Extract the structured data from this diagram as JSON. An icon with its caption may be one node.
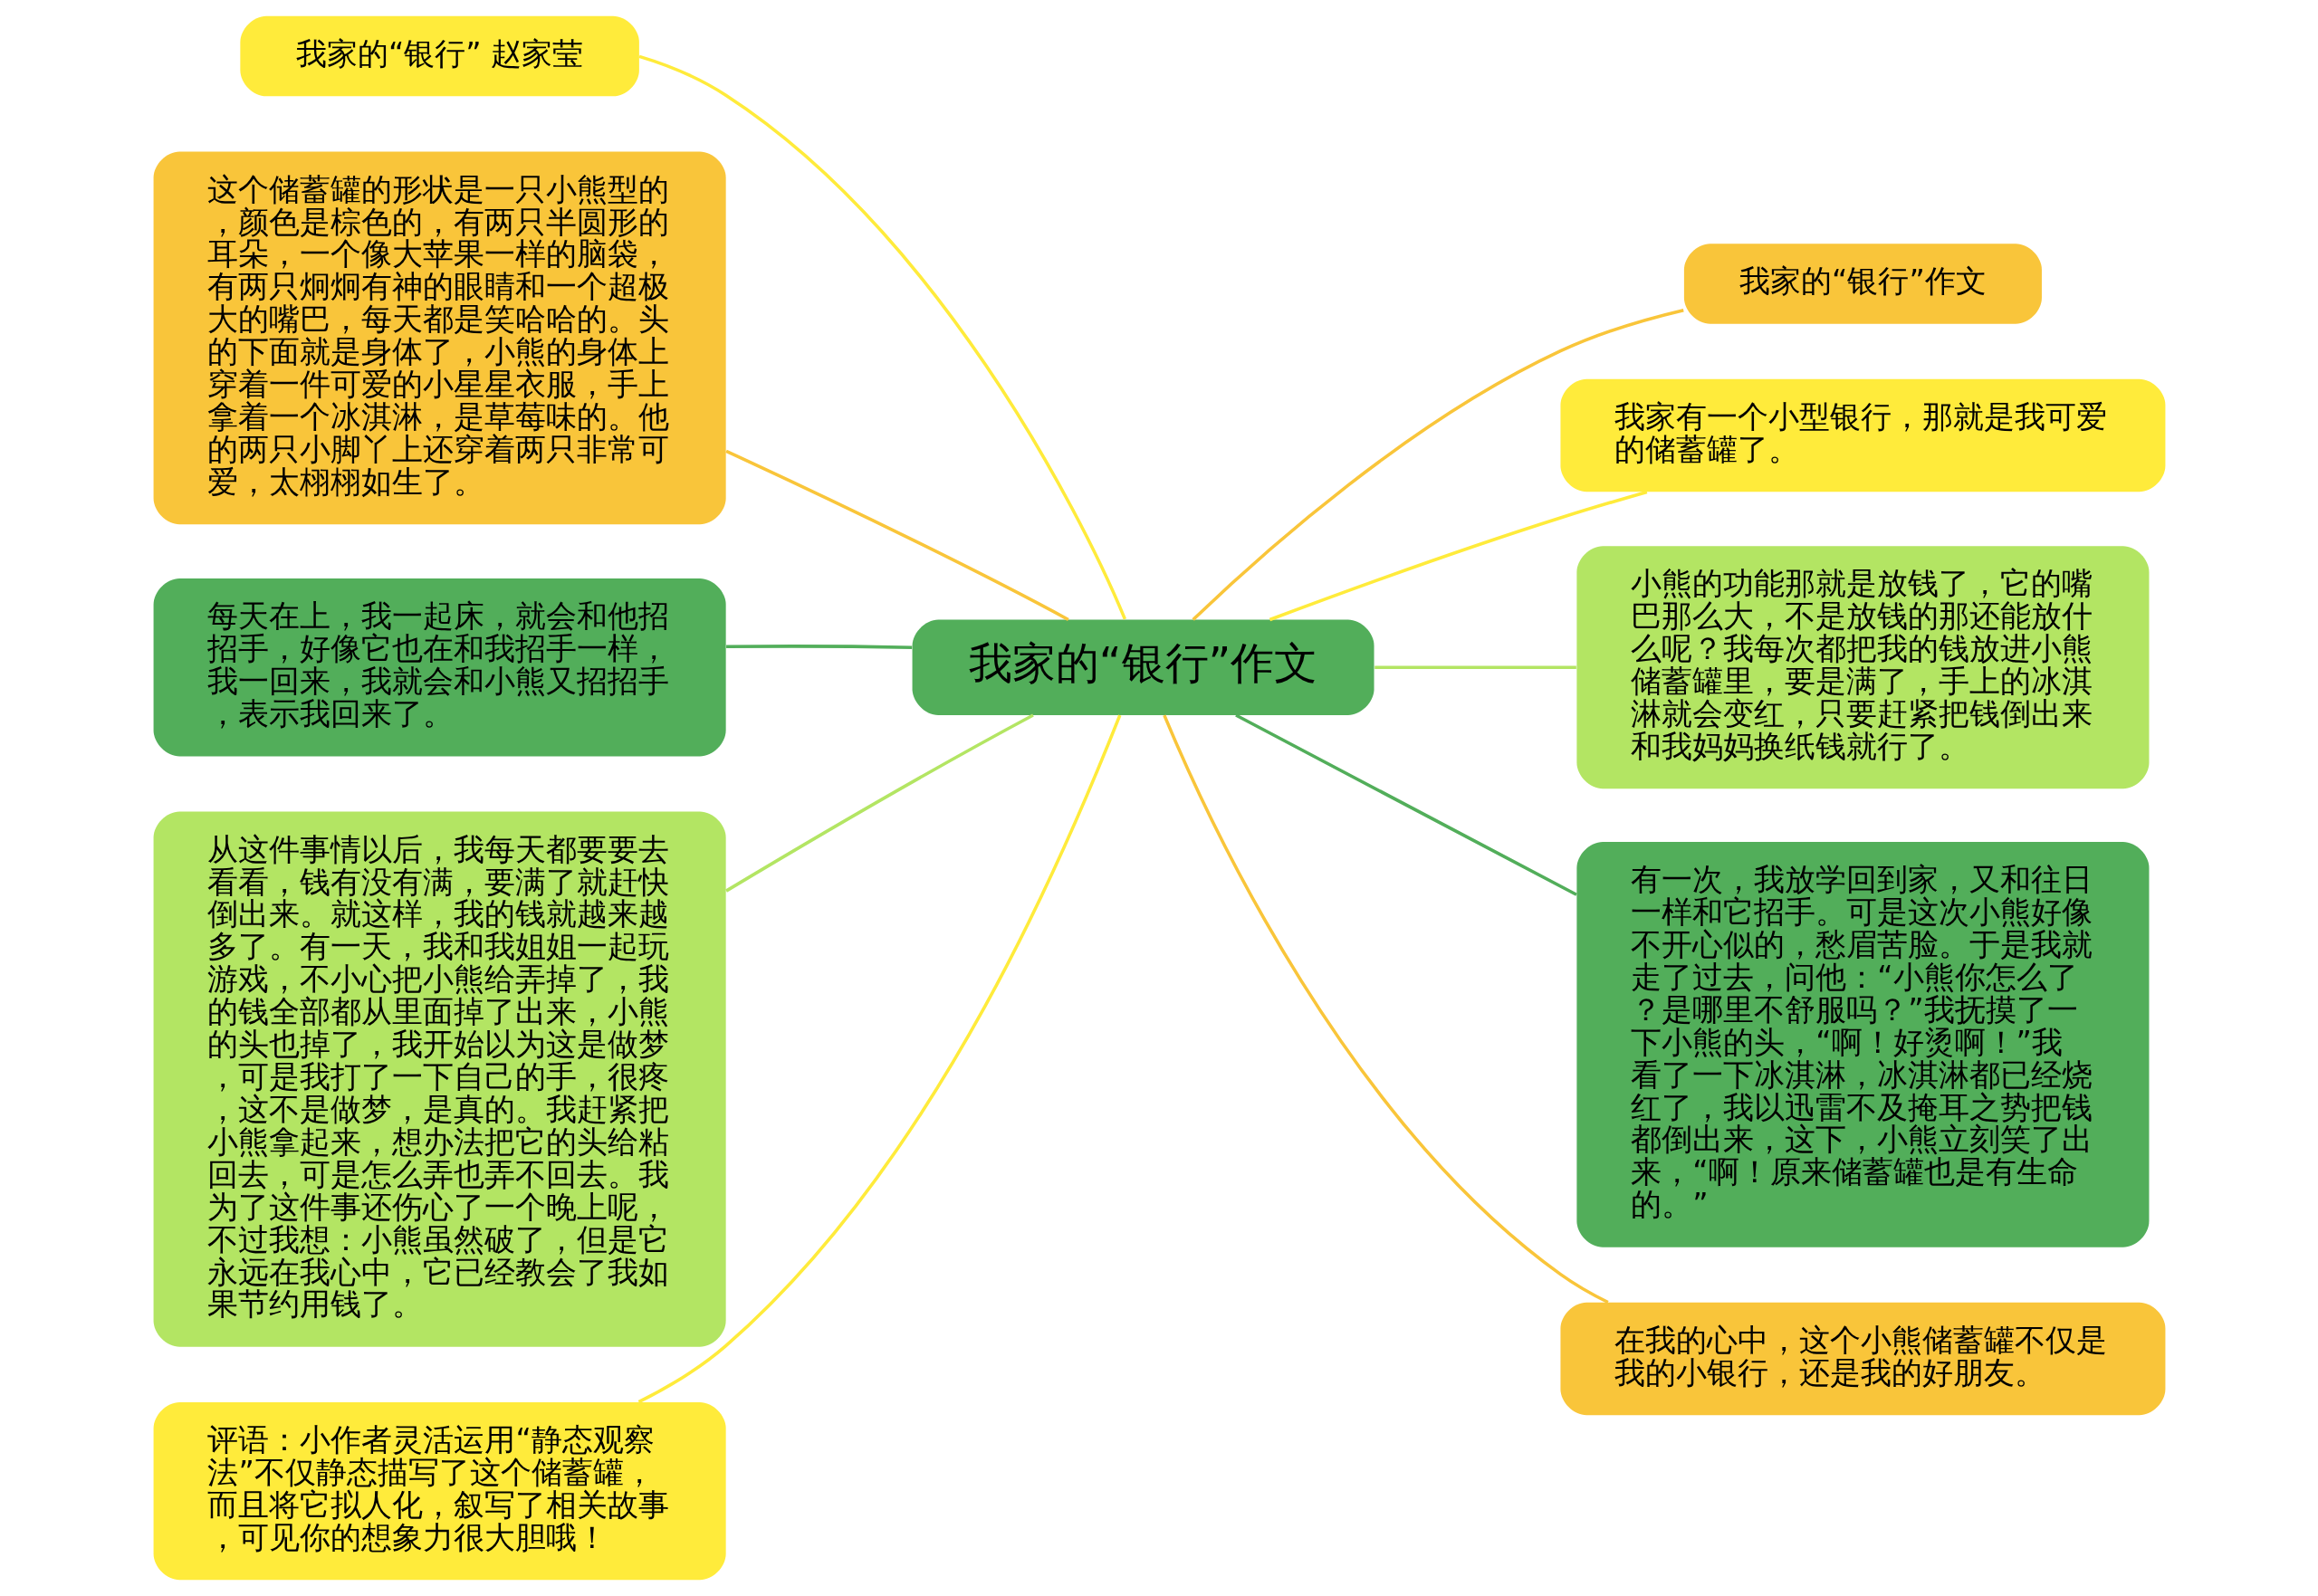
{
  "diagram": {
    "nodes": [
      {
        "text": [
          "我家的“银行”作文"
        ]
      },
      {
        "text": [
          "我家的“银行”作文"
        ]
      },
      {
        "text": [
          "我家有一个小型银行，那就是我可爱的储蓄罐了。"
        ]
      },
      {
        "text": [
          "小熊的功能那就是放钱了，它的嘴巴那么大，不是放钱的那还能放什么呢？我每次都把我的钱放进小熊储蓄罐里，要是满了，手上的冰淇淋就会变红，只要赶紧把钱倒出来和我妈妈换纸钱就行了。"
        ]
      },
      {
        "text": [
          "有一次，我放学回到家，又和往日一样和它招手。可是这次小熊好像不开心似的，愁眉苦脸。于是我就走了过去，问他：“小熊你怎么了？是哪里不舒服吗？”我抚摸了一下小熊的头，“啊！好烫啊！”我看了一下冰淇淋，冰淇淋都已经烧红了，我以迅雷不及掩耳之势把钱都倒出来，这下，小熊立刻笑了出来，“啊！原来储蓄罐也是有生命的。”"
        ]
      },
      {
        "text": [
          "在我的心中，这个小熊储蓄罐不仅是我的小银行，还是我的好朋友。"
        ]
      },
      {
        "text": [
          "我家的“银行” 赵家莹"
        ]
      },
      {
        "text": [
          "这个储蓄罐的形状是一只小熊型的，颜色是棕色的，有两只半圆形的耳朵，一个像大苹果一样的脑袋，有两只炯炯有神的眼睛和一个超极大的嘴巴，每天都是笑哈哈的。头的下面就是身体了，小熊的身体上穿着一件可爱的小星星衣服，手上拿着一个冰淇淋，是草莓味的。他的两只小脚丫上还穿着两只非常可爱，太栩栩如生了。"
        ]
      },
      {
        "text": [
          "每天在上，我一起床，就会和他招招手，好像它也在和我招手一样，我一回来，我就会和小熊又招招手，表示我回来了。"
        ]
      },
      {
        "text": [
          "从这件事情以后，我每天都要要去看看，钱有没有满，要满了就赶快倒出来。就这样，我的钱就越来越多了。有一天，我和我姐姐一起玩游戏，不小心把小熊给弄掉了，我的钱全部都从里面掉了出来，小熊的头也掉了，我开始以为这是做梦，可是我打了一下自己的手，很疼，这不是做梦，是真的。我赶紧把小熊拿起来，想办法把它的头给粘回去，可是怎么弄也弄不回去。我为了这件事还伤心了一个晚上呢，不过我想：小熊虽然破了，但是它永远在我心中，它已经教会了我如果节约用钱了。"
        ]
      },
      {
        "text": [
          "评语：小作者灵活运用“静态观察法”不仅静态描写了这个储蓄罐，而且将它拟人化，叙写了相关故事，可见你的想象力很大胆哦！"
        ]
      }
    ],
    "edges": [
      {
        "from": 0,
        "to": 1,
        "arrow": "none",
        "color": "#f9c53a"
      },
      {
        "from": 0,
        "to": 2,
        "arrow": "none",
        "color": "#ffeb3b"
      },
      {
        "from": 0,
        "to": 3,
        "arrow": "none",
        "color": "#b3e563"
      },
      {
        "from": 0,
        "to": 4,
        "arrow": "none",
        "color": "#52ae5a"
      },
      {
        "from": 0,
        "to": 5,
        "arrow": "none",
        "color": "#f9c53a"
      },
      {
        "from": 0,
        "to": 6,
        "arrow": "none",
        "color": "#ffeb3b"
      },
      {
        "from": 0,
        "to": 7,
        "arrow": "none",
        "color": "#f9c53a"
      },
      {
        "from": 0,
        "to": 8,
        "arrow": "none",
        "color": "#52ae5a"
      },
      {
        "from": 0,
        "to": 9,
        "arrow": "none",
        "color": "#b3e563"
      },
      {
        "from": 0,
        "to": 10,
        "arrow": "none",
        "color": "#ffeb3b"
      }
    ]
  }
}
